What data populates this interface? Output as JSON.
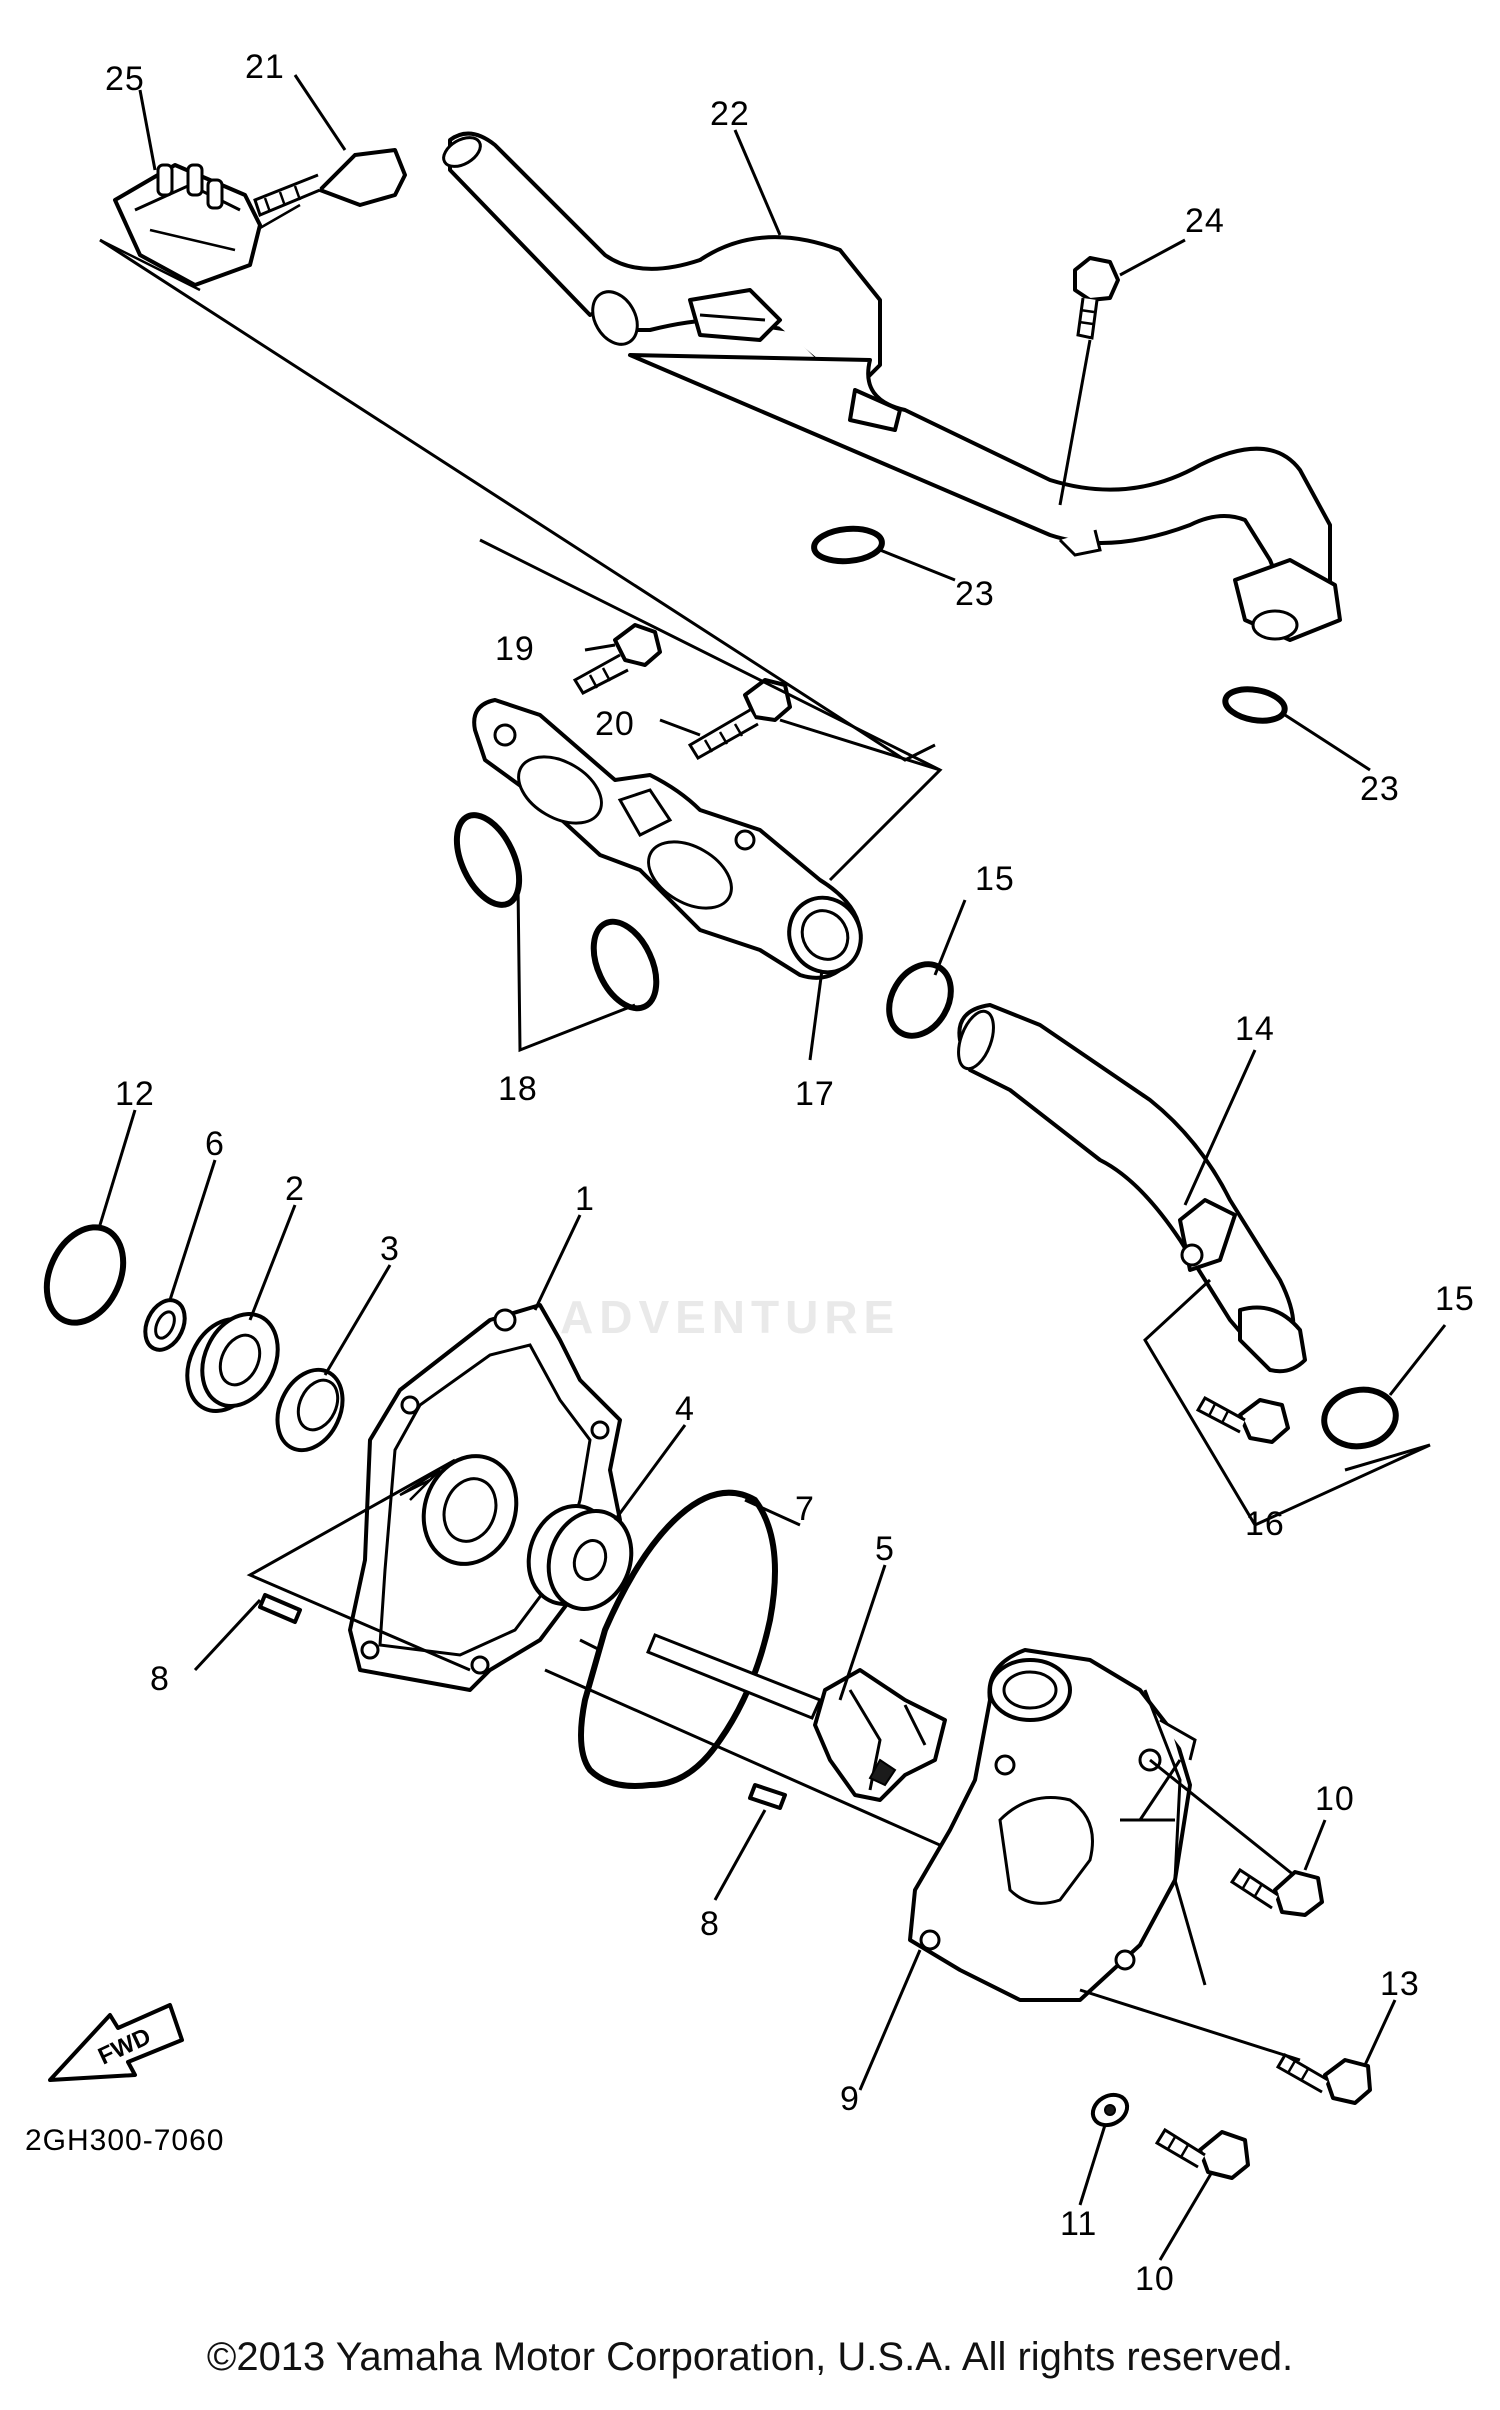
{
  "diagram_code": "2GH300-7060",
  "copyright": "©2013 Yamaha Motor Corporation, U.S.A. All rights reserved.",
  "watermark": "ADVENTURE",
  "fwd_label": "FWD",
  "callouts": {
    "c1": "1",
    "c2": "2",
    "c3": "3",
    "c4": "4",
    "c5": "5",
    "c6": "6",
    "c7": "7",
    "c8a": "8",
    "c8b": "8",
    "c9": "9",
    "c10a": "10",
    "c10b": "10",
    "c11": "11",
    "c12": "12",
    "c13": "13",
    "c14": "14",
    "c15a": "15",
    "c15b": "15",
    "c16": "16",
    "c17": "17",
    "c18": "18",
    "c19": "19",
    "c20": "20",
    "c21": "21",
    "c22": "22",
    "c23a": "23",
    "c23b": "23",
    "c24": "24",
    "c25": "25"
  }
}
